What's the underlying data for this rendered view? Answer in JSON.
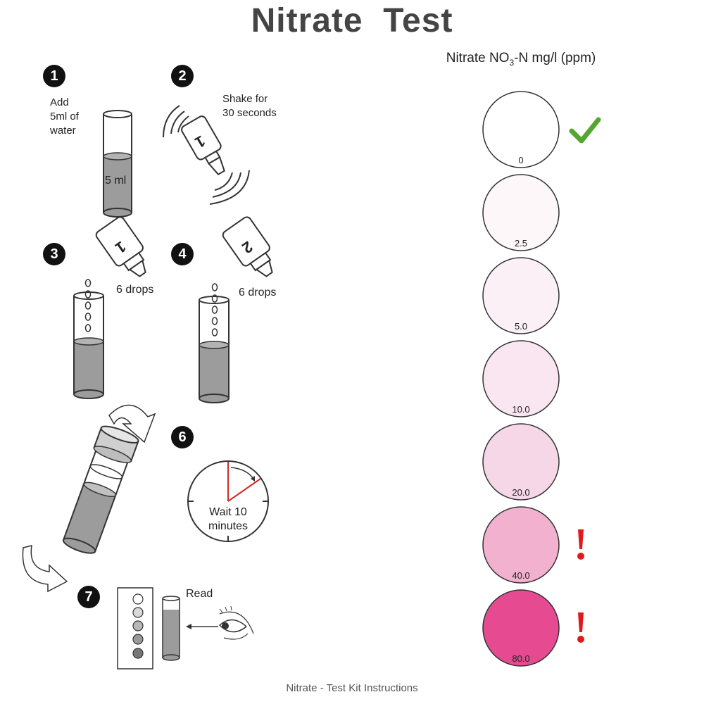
{
  "title": "Nitrate  Test",
  "chart": {
    "title_main": "Nitrate NO",
    "title_sub": "3",
    "title_tail": "-N mg/l (ppm)",
    "swatches": [
      {
        "label": "0",
        "color": "#ffffff",
        "marker": "check"
      },
      {
        "label": "2.5",
        "color": "#fdf7f9",
        "marker": ""
      },
      {
        "label": "5.0",
        "color": "#fbf0f6",
        "marker": ""
      },
      {
        "label": "10.0",
        "color": "#f9e6f1",
        "marker": ""
      },
      {
        "label": "20.0",
        "color": "#f6d7e8",
        "marker": ""
      },
      {
        "label": "40.0",
        "color": "#f1b1cf",
        "marker": "warning"
      },
      {
        "label": "80.0",
        "color": "#e64b92",
        "marker": "warning"
      }
    ],
    "check_color": "#55a630",
    "warning_color": "#e0191b"
  },
  "steps": {
    "s1": {
      "number": "1",
      "text_lines": [
        "Add",
        "5ml of",
        "water"
      ],
      "tube_label": "5 ml"
    },
    "s2": {
      "number": "2",
      "text_lines": [
        "Shake for",
        "30 seconds"
      ],
      "bottle_label": "1"
    },
    "s3": {
      "number": "3",
      "text": "6 drops",
      "bottle_label": "1"
    },
    "s4": {
      "number": "4",
      "text": "6 drops",
      "bottle_label": "2"
    },
    "s6": {
      "number": "6",
      "text_lines": [
        "Wait 10",
        "minutes"
      ]
    },
    "s7": {
      "number": "7",
      "text": "Read"
    }
  },
  "caption": "Nitrate - Test Kit Instructions"
}
